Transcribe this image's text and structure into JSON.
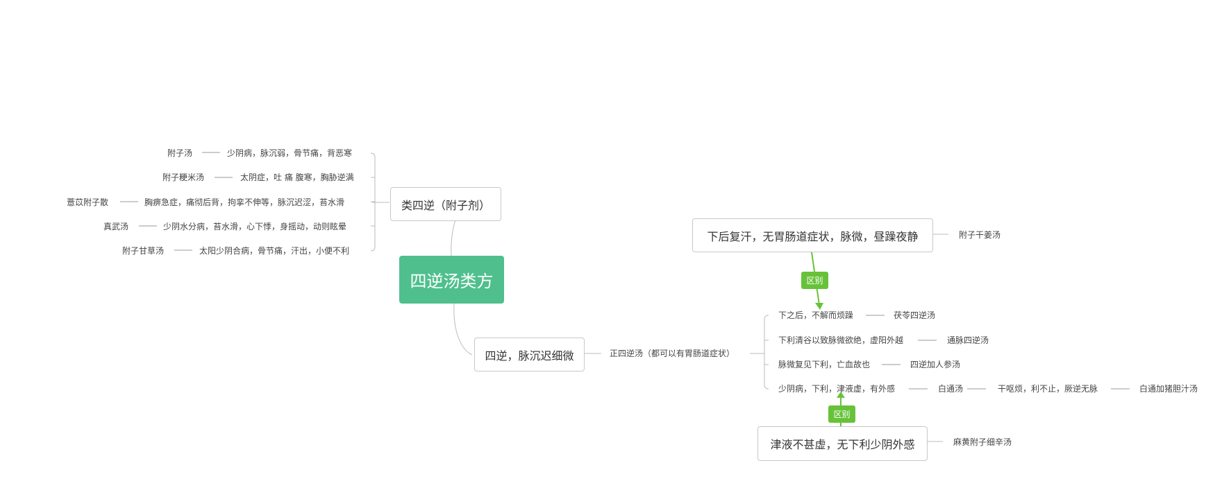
{
  "root": {
    "label": "四逆汤类方"
  },
  "colors": {
    "root_bg": "#4fc08d",
    "relation": "#67c23a",
    "line": "#bbbbbb"
  },
  "branch_top": {
    "label": "类四逆（附子剂）",
    "items": [
      {
        "formula": "附子汤",
        "desc": "少阴病，脉沉弱，骨节痛，背恶寒"
      },
      {
        "formula": "附子粳米汤",
        "desc": "太阴症，吐 痛 腹寒，胸胁逆满"
      },
      {
        "formula": "薏苡附子散",
        "desc": "胸痹急症，痛彻后背，拘挛不伸等，脉沉迟涩，苔水滑"
      },
      {
        "formula": "真武汤",
        "desc": "少阴水分病，苔水滑，心下悸，身摇动，动则眩晕"
      },
      {
        "formula": "附子甘草汤",
        "desc": "太阳少阴合病，骨节痛，汗出，小便不利"
      }
    ]
  },
  "branch_bottom": {
    "label": "四逆，脉沉迟细微",
    "sub_label": "正四逆汤（都可以有胃肠道症状）",
    "items": [
      {
        "cond": "下之后，不解而烦躁",
        "formula": "茯苓四逆汤"
      },
      {
        "cond": "下利清谷以致脉微欲绝，虚阳外越",
        "formula": "通脉四逆汤"
      },
      {
        "cond": "脉微复见下利，亡血故也",
        "formula": "四逆加人参汤"
      },
      {
        "cond": "少阴病，下利，津液虚，有外感",
        "formula": "白通汤",
        "next_desc": "干呕烦，利不止，厥逆无脉",
        "next_formula": "白通加猪胆汁汤"
      }
    ]
  },
  "relations": [
    {
      "box": "下后复汗，无胃肠道症状，脉微，昼躁夜静",
      "formula": "附子干姜汤",
      "tag": "区别"
    },
    {
      "box": "津液不甚虚，无下利少阴外感",
      "formula": "麻黄附子细辛汤",
      "tag": "区别"
    }
  ]
}
